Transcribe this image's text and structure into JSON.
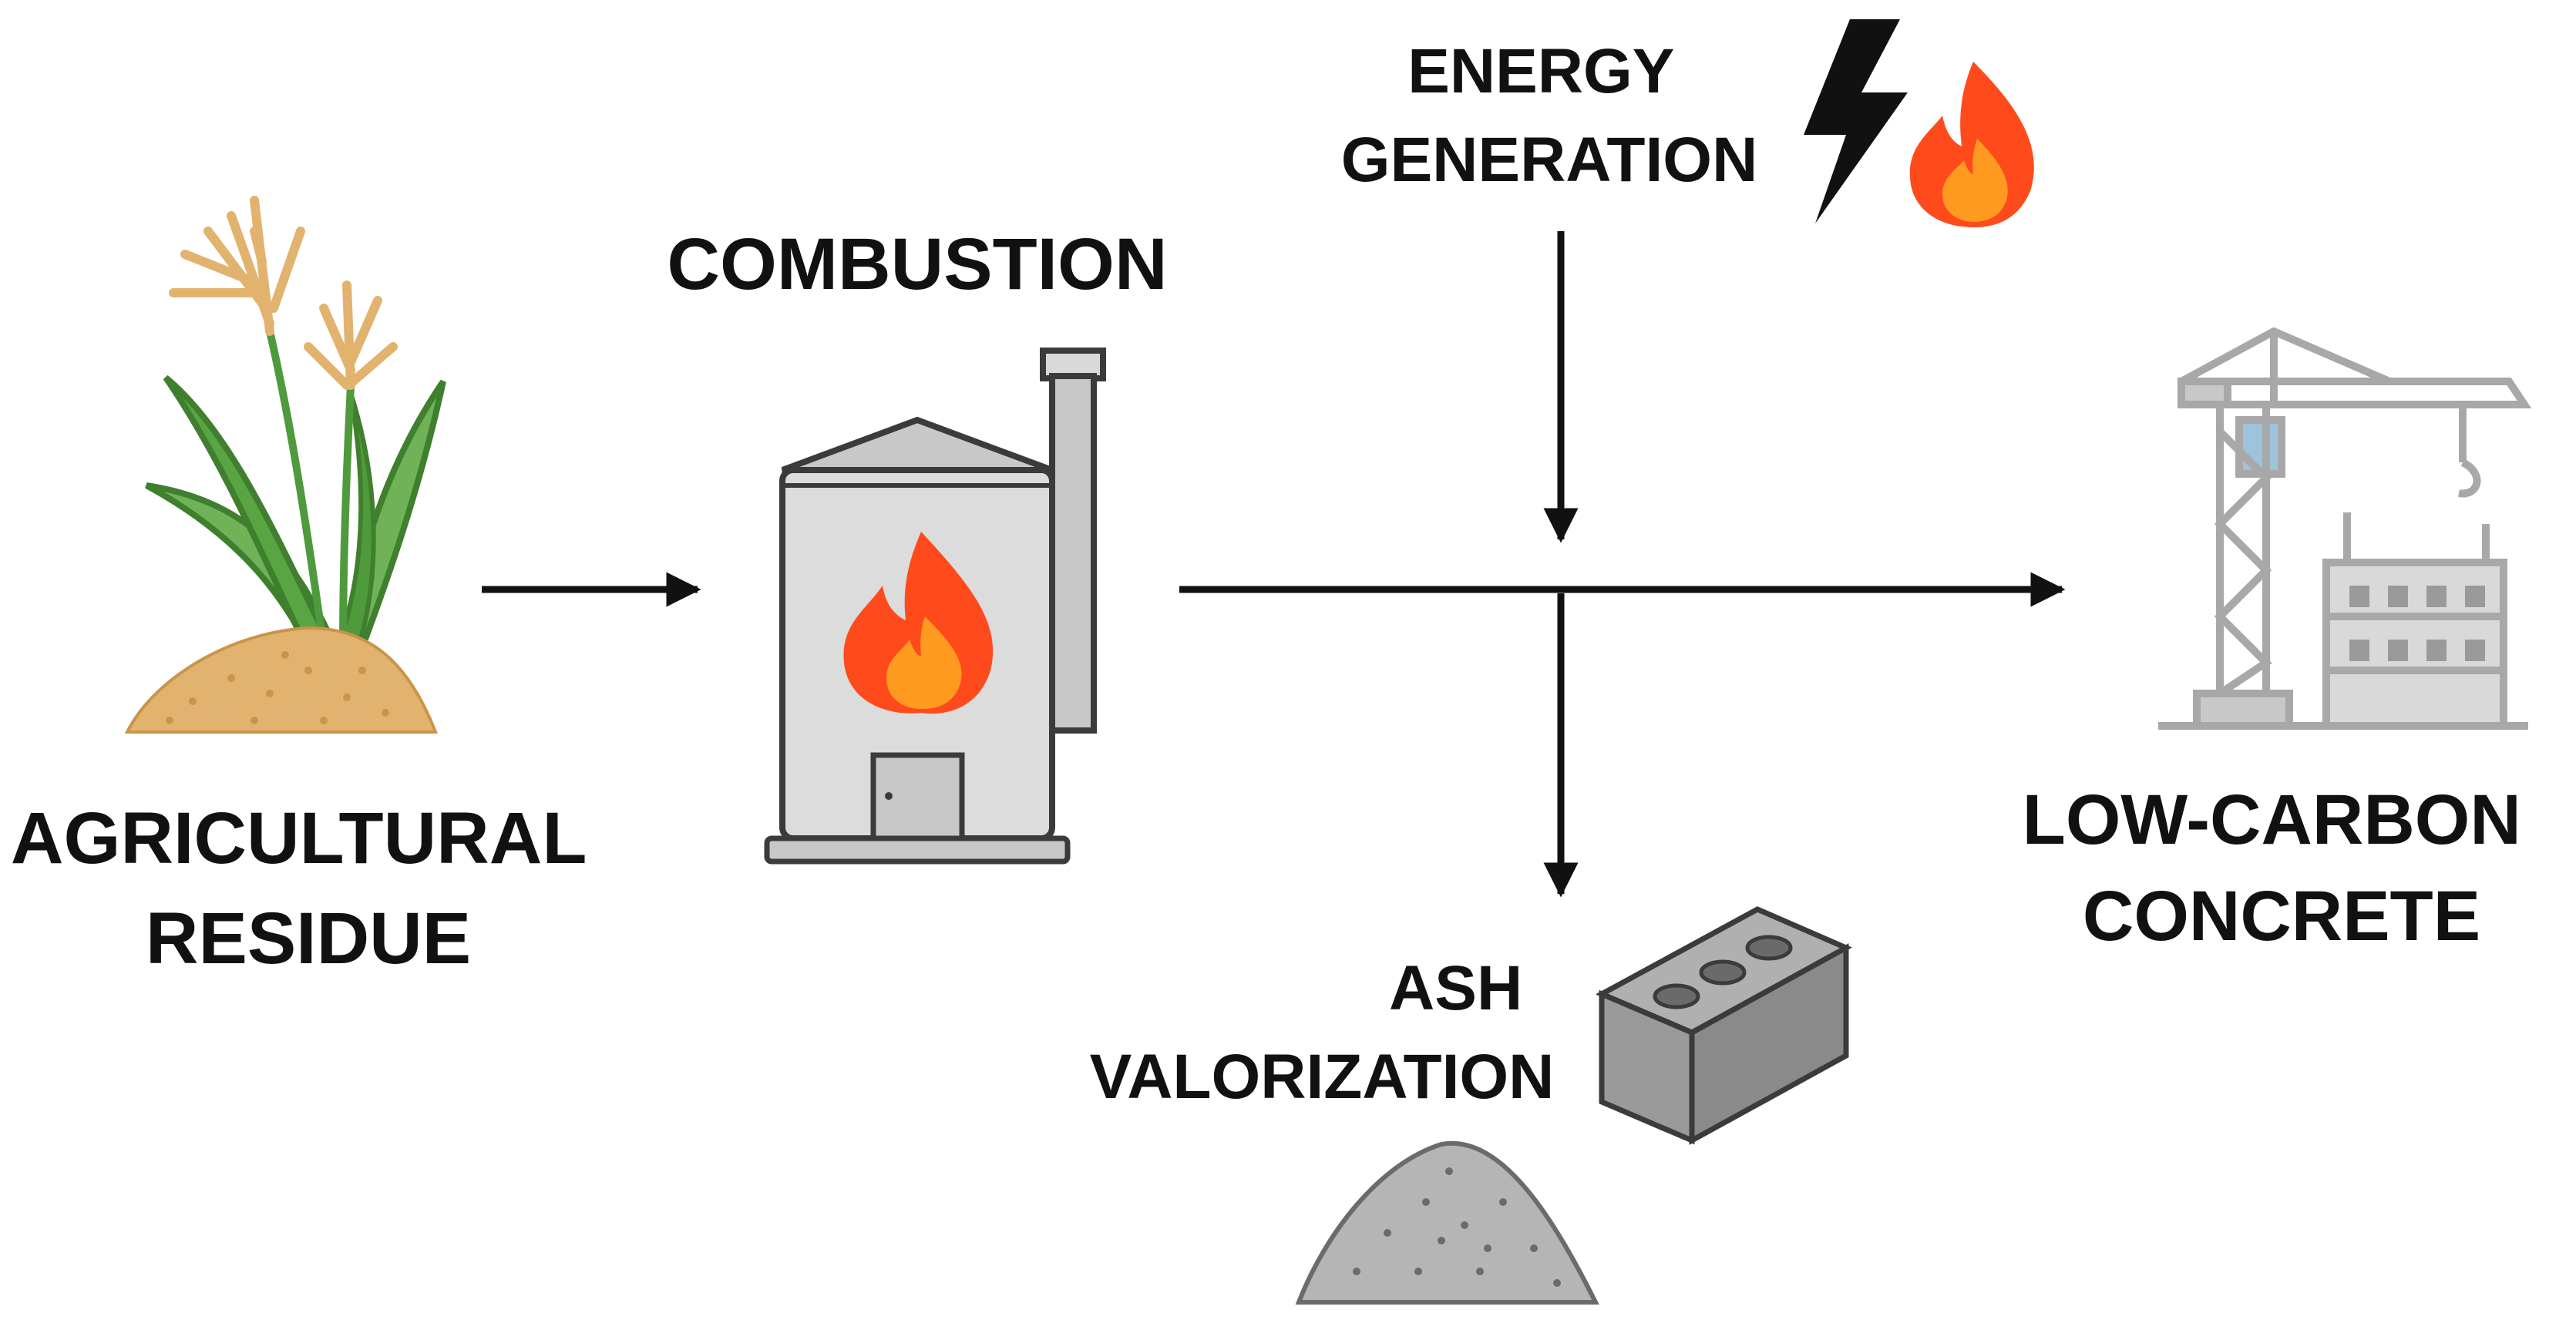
{
  "labels": {
    "agricultural_residue": [
      "AGRICULTURAL",
      "RESIDUE"
    ],
    "combustion": "COMBUSTION",
    "energy_generation": [
      "ENERGY",
      "GENERATION"
    ],
    "ash_valorization": [
      "ASH",
      "VALORIZATION"
    ],
    "low_carbon_concrete": [
      "LOW-CARBON",
      "CONCRETE"
    ]
  },
  "icons": {
    "plant": "rice-plant-icon",
    "grain_pile": "grain-pile-icon",
    "boiler": "boiler-furnace-icon",
    "lightning": "lightning-bolt-icon",
    "flame": "flame-icon",
    "brick": "concrete-block-icon",
    "ash_pile": "ash-pile-icon",
    "crane": "tower-crane-icon",
    "building": "building-under-construction-icon"
  },
  "colors": {
    "background": "#ffffff",
    "text": "#111111",
    "arrow": "#111111",
    "leaf_green": "#4f9a3c",
    "grain_tan": "#e2b36e",
    "boiler_gray": "#d9d9d9",
    "outline": "#3b3b3b",
    "flame_red": "#ff4a1c",
    "flame_orange": "#ff9a21",
    "ash_gray": "#b5b5b5",
    "crane_gray": "#b8b8b8",
    "crane_glass": "#9ec3dc"
  }
}
